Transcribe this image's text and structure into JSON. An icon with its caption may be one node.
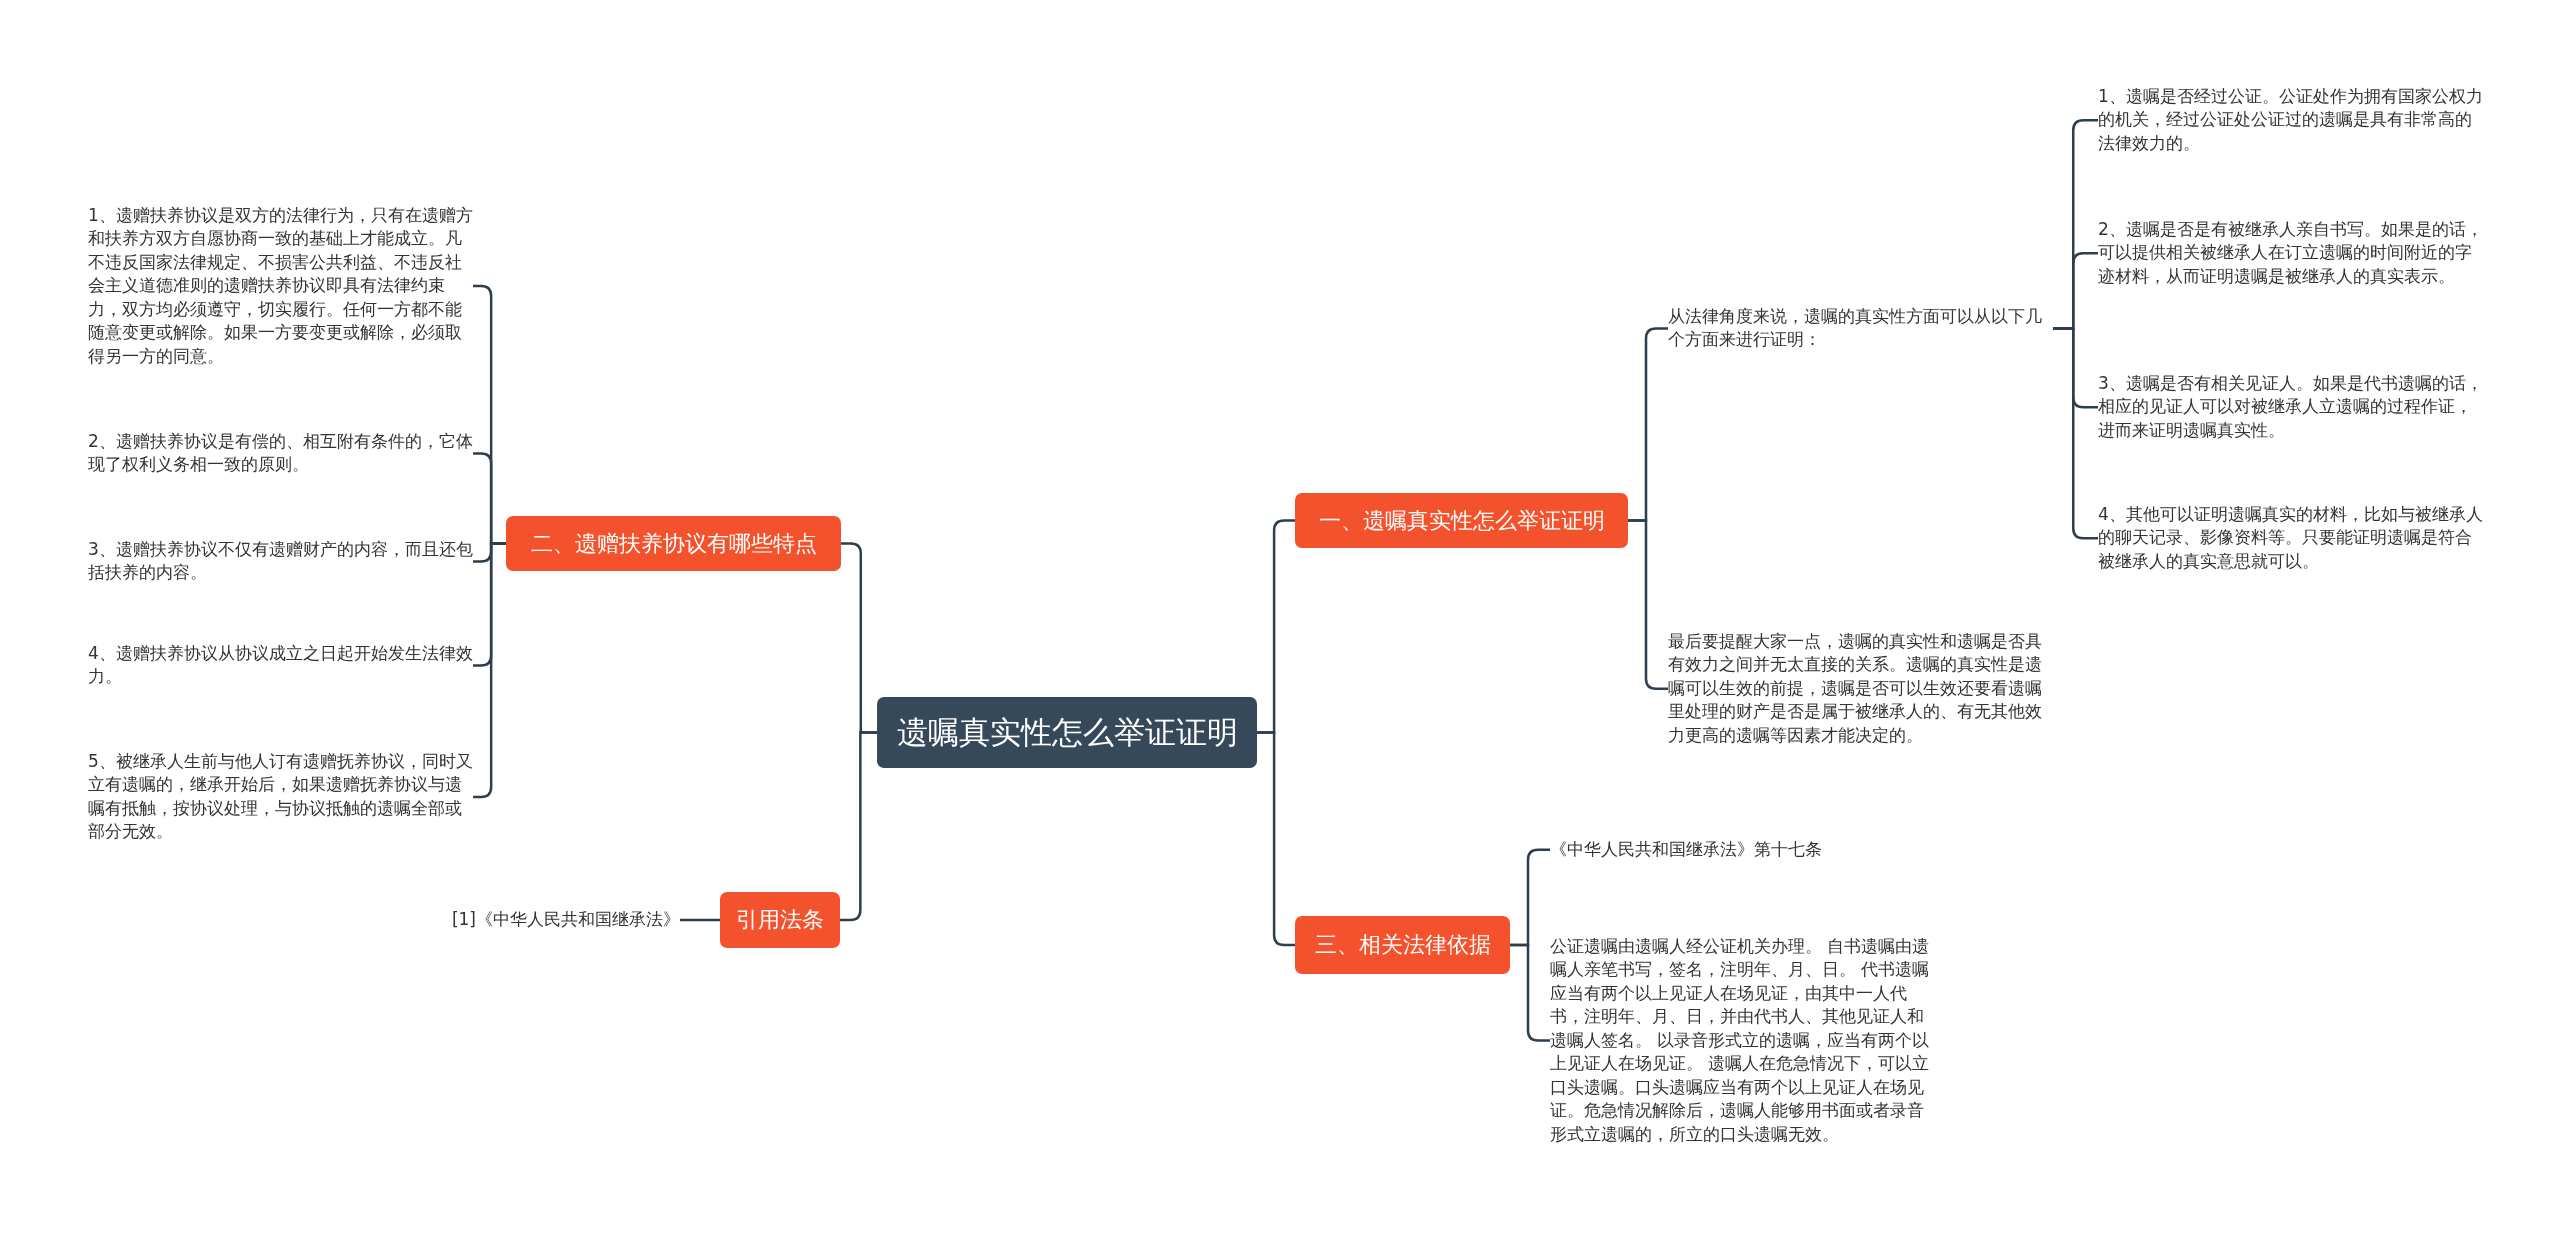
{
  "diagram": {
    "nodes": [
      {
        "text": [
          "遗嘱真实性怎么举证证明"
        ]
      },
      {
        "text": [
          "一、遗嘱真实性怎么举证证明"
        ]
      },
      {
        "text": [
          "从法律角度来说，遗嘱的真实性方面可以从以下几个方面来进行证明："
        ]
      },
      {
        "text": [
          "1、遗嘱是否经过公证。公证处作为拥有国家公权力的机关，经过公证处公证过的遗嘱是具有非常高的法律效力的。"
        ]
      },
      {
        "text": [
          "2、遗嘱是否是有被继承人亲自书写。如果是的话，可以提供相关被继承人在订立遗嘱的时间附近的字迹材料，从而证明遗嘱是被继承人的真实表示。"
        ]
      },
      {
        "text": [
          "3、遗嘱是否有相关见证人。如果是代书遗嘱的话，相应的见证人可以对被继承人立遗嘱的过程作证，进而来证明遗嘱真实性。"
        ]
      },
      {
        "text": [
          "4、其他可以证明遗嘱真实的材料，比如与被继承人的聊天记录、影像资料等。只要能证明遗嘱是符合被继承人的真实意思就可以。"
        ]
      },
      {
        "text": [
          "最后要提醒大家一点，遗嘱的真实性和遗嘱是否具有效力之间并无太直接的关系。遗嘱的真实性是遗嘱可以生效的前提，遗嘱是否可以生效还要看遗嘱里处理的财产是否是属于被继承人的、有无其他效力更高的遗嘱等因素才能决定的。"
        ]
      },
      {
        "text": [
          "三、相关法律依据"
        ]
      },
      {
        "text": [
          "《中华人民共和国继承法》第十七条"
        ]
      },
      {
        "text": [
          "公证遗嘱由遗嘱人经公证机关办理。 自书遗嘱由遗嘱人亲笔书写，签名，注明年、月、日。 代书遗嘱应当有两个以上见证人在场见证，由其中一人代书，注明年、月、日，并由代书人、其他见证人和遗嘱人签名。 以录音形式立的遗嘱，应当有两个以上见证人在场见证。 遗嘱人在危急情况下，可以立口头遗嘱。口头遗嘱应当有两个以上见证人在场见证。危急情况解除后，遗嘱人能够用书面或者录音形式立遗嘱的，所立的口头遗嘱无效。"
        ]
      },
      {
        "text": [
          "二、遗赠扶养协议有哪些特点"
        ]
      },
      {
        "text": [
          "1、遗赠扶养协议是双方的法律行为，只有在遗赠方和扶养方双方自愿协商一致的基础上才能成立。凡不违反国家法律规定、不损害公共利益、不违反社会主义道德准则的遗赠扶养协议即具有法律约束力，双方均必须遵守，切实履行。任何一方都不能随意变更或解除。如果一方要变更或解除，必须取得另一方的同意。"
        ]
      },
      {
        "text": [
          "2、遗赠扶养协议是有偿的、相互附有条件的，它体现了权利义务相一致的原则。"
        ]
      },
      {
        "text": [
          "3、遗赠扶养协议不仅有遗赠财产的内容，而且还包括扶养的内容。"
        ]
      },
      {
        "text": [
          "4、遗赠扶养协议从协议成立之日起开始发生法律效力。"
        ]
      },
      {
        "text": [
          "5、被继承人生前与他人订有遗赠抚养协议，同时又立有遗嘱的，继承开始后，如果遗赠抚养协议与遗嘱有抵触，按协议处理，与协议抵触的遗嘱全部或部分无效。"
        ]
      },
      {
        "text": [
          "引用法条"
        ]
      },
      {
        "text": [
          "[1]《中华人民共和国继承法》"
        ]
      }
    ],
    "edges": [
      {
        "from": 0,
        "to": 1,
        "arrow": "none"
      },
      {
        "from": 1,
        "to": 2,
        "arrow": "none"
      },
      {
        "from": 2,
        "to": 3,
        "arrow": "none"
      },
      {
        "from": 2,
        "to": 4,
        "arrow": "none"
      },
      {
        "from": 2,
        "to": 5,
        "arrow": "none"
      },
      {
        "from": 2,
        "to": 6,
        "arrow": "none"
      },
      {
        "from": 1,
        "to": 7,
        "arrow": "none"
      },
      {
        "from": 0,
        "to": 8,
        "arrow": "none"
      },
      {
        "from": 8,
        "to": 9,
        "arrow": "none"
      },
      {
        "from": 8,
        "to": 10,
        "arrow": "none"
      },
      {
        "from": 0,
        "to": 11,
        "arrow": "none"
      },
      {
        "from": 11,
        "to": 12,
        "arrow": "none"
      },
      {
        "from": 11,
        "to": 13,
        "arrow": "none"
      },
      {
        "from": 11,
        "to": 14,
        "arrow": "none"
      },
      {
        "from": 11,
        "to": 15,
        "arrow": "none"
      },
      {
        "from": 11,
        "to": 16,
        "arrow": "none"
      },
      {
        "from": 0,
        "to": 17,
        "arrow": "none"
      },
      {
        "from": 17,
        "to": 18,
        "arrow": "none"
      }
    ]
  }
}
